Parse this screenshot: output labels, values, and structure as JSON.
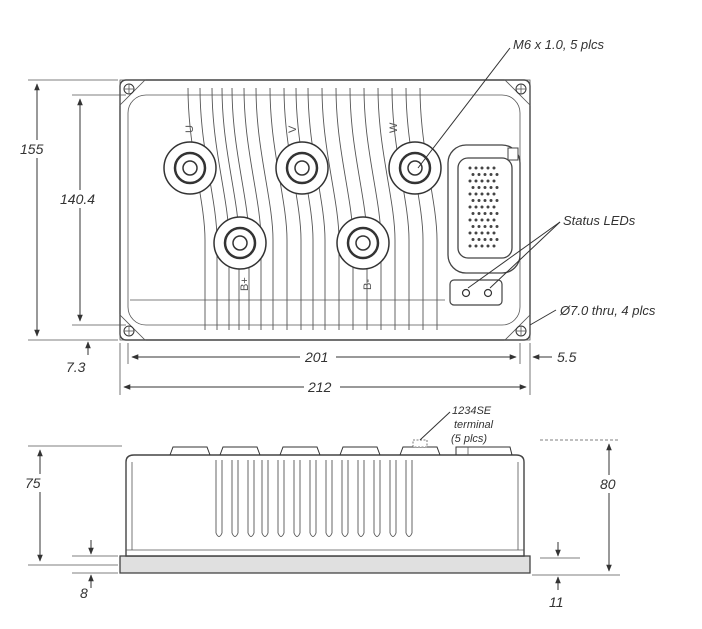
{
  "notes": {
    "bolt": "M6 x 1.0, 5 plcs",
    "status_leds": "Status LEDs",
    "thru_holes": "Ø7.0 thru, 4 plcs",
    "terminal_line1": "1234SE",
    "terminal_line2": "terminal",
    "terminal_line3": "(5 plcs)"
  },
  "terminals": {
    "u": "U",
    "v": "V",
    "w": "W",
    "bplus": "B+",
    "bminus": "B-"
  },
  "dimensions": {
    "top_height": "155",
    "top_inner_height": "140.4",
    "top_offset": "7.3",
    "inner_width": "201",
    "right_offset": "5.5",
    "overall_width": "212",
    "side_height": "75",
    "side_base": "8",
    "side_total": "80",
    "side_right_base": "11"
  }
}
